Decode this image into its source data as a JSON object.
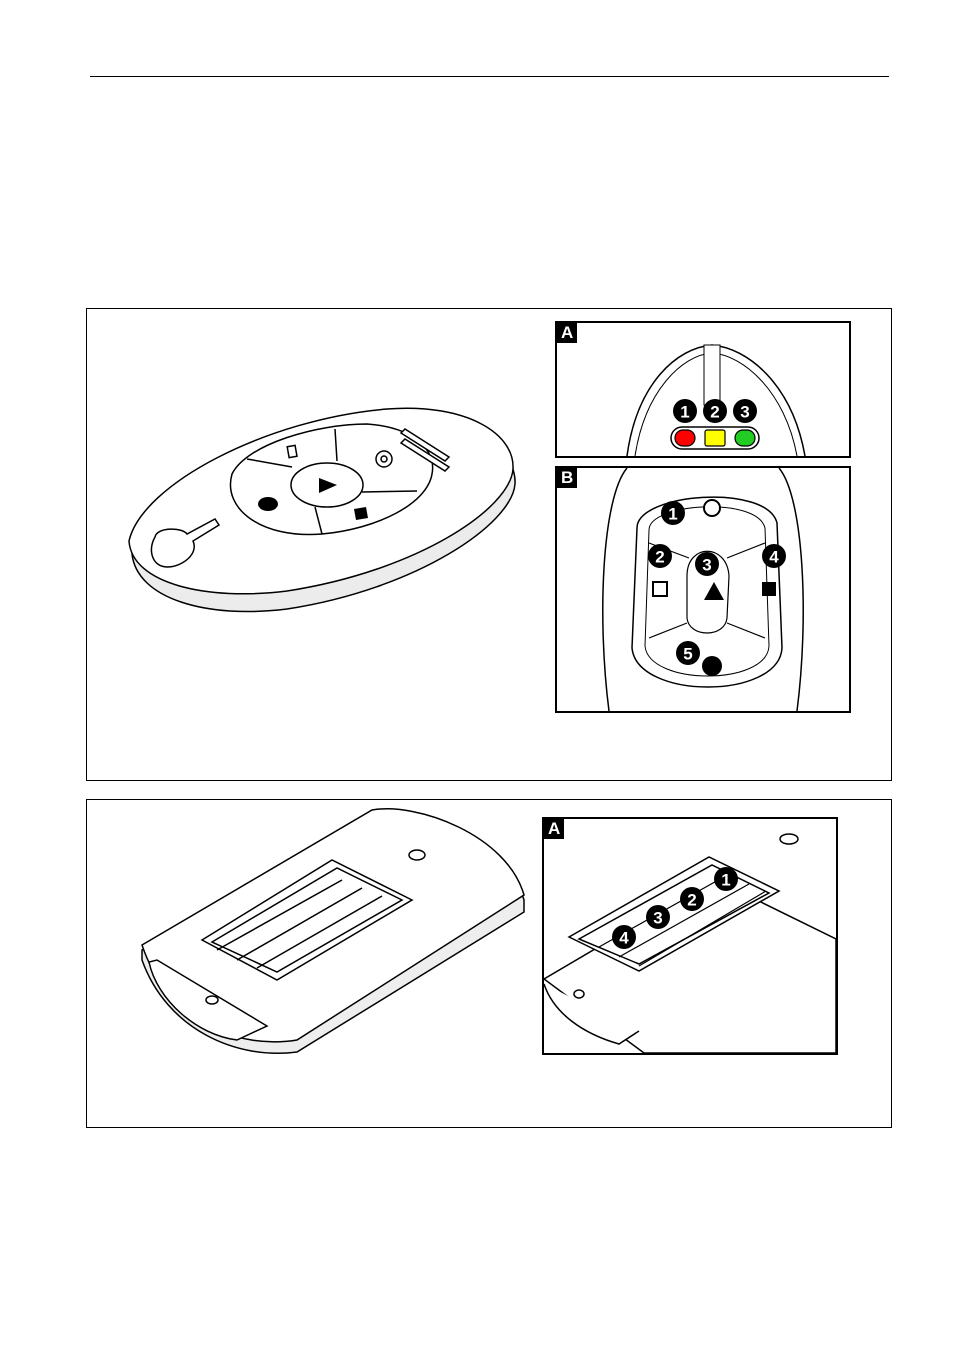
{
  "figure1": {
    "inset_a": {
      "tag": "A",
      "callouts": [
        "1",
        "2",
        "3"
      ],
      "leds": [
        {
          "color": "#ff0000"
        },
        {
          "color": "#ffff00"
        },
        {
          "color": "#22cc22"
        }
      ]
    },
    "inset_b": {
      "tag": "B",
      "callouts": [
        "1",
        "2",
        "3",
        "4",
        "5"
      ],
      "button_icons": [
        "circle-outline-icon",
        "square-outline-icon",
        "triangle-icon",
        "square-filled-icon",
        "circle-filled-icon"
      ]
    }
  },
  "figure2": {
    "inset_a": {
      "tag": "A",
      "callouts": [
        "1",
        "2",
        "3",
        "4"
      ]
    }
  }
}
